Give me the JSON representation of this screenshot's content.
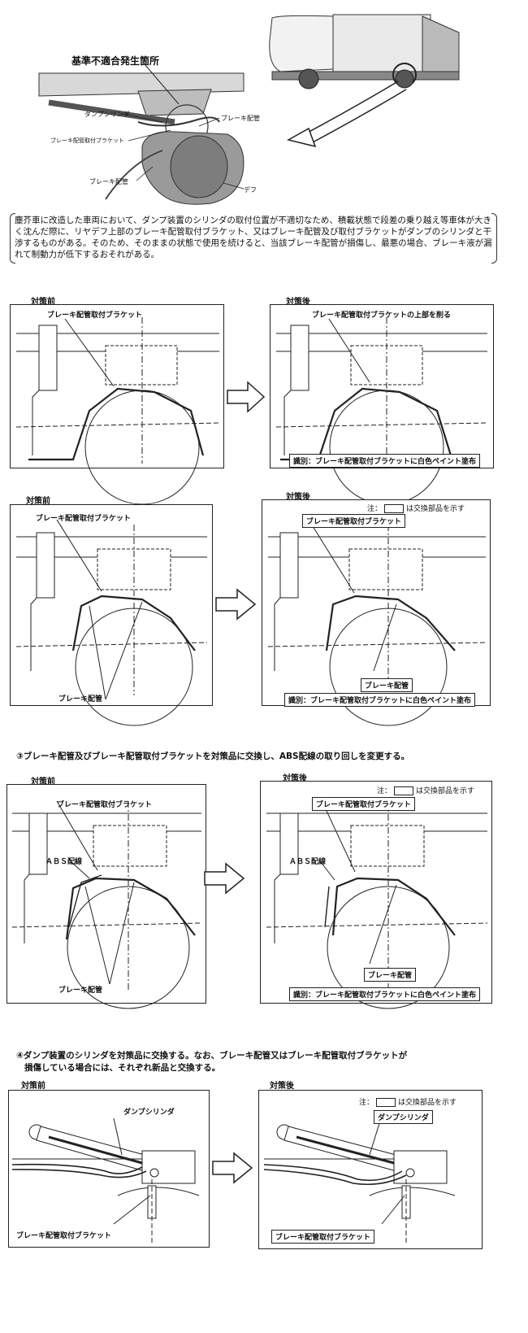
{
  "top_diagram": {
    "headline": "基準不適合発生箇所",
    "labels": {
      "dump_cylinder": "ダンプシリンダ",
      "bracket": "ブレーキ配管取付ブラケット",
      "brake_pipe_right": "ブレーキ配管",
      "brake_pipe_left": "ブレーキ配管",
      "diff": "デフ"
    }
  },
  "description": "塵芥車に改造した車両において、ダンプ装置のシリンダの取付位置が不適切なため、積載状態で段差の乗り越え等車体が大きく沈んだ際に、リヤデフ上部のブレーキ配管取付ブラケット、又はブレーキ配管及び取付ブラケットがダンプのシリンダと干渉するものがある。そのため、そのままの状態で使用を続けると、当該ブレーキ配管が損傷し、最悪の場合、ブレーキ液が漏れて制動力が低下するおそれがある。",
  "section1": {
    "before_title": "対策前",
    "after_title": "対策後",
    "before_bracket": "ブレーキ配管取付ブラケット",
    "after_bracket": "ブレーキ配管取付ブラケットの上部を削る",
    "identify": "識別：ブレーキ配管取付ブラケットに白色ペイント塗布"
  },
  "section2": {
    "before_title": "対策前",
    "after_title": "対策後",
    "note_prefix": "注：",
    "note_suffix": "は交換部品を示す",
    "before_bracket": "ブレーキ配管取付ブラケット",
    "before_pipe": "ブレーキ配管",
    "after_bracket": "ブレーキ配管取付ブラケット",
    "after_pipe": "ブレーキ配管",
    "identify": "識別：ブレーキ配管取付ブラケットに白色ペイント塗布"
  },
  "section3": {
    "step": "③ブレーキ配管及びブレーキ配管取付ブラケットを対策品に交換し、ABS配線の取り回しを変更する。",
    "before_title": "対策前",
    "after_title": "対策後",
    "note_prefix": "注：",
    "note_suffix": "は交換部品を示す",
    "before_bracket": "ブレーキ配管取付ブラケット",
    "before_abs": "ＡＢＳ配線",
    "before_pipe": "ブレーキ配管",
    "after_bracket": "ブレーキ配管取付ブラケット",
    "after_abs": "ＡＢＳ配線",
    "after_pipe": "ブレーキ配管",
    "identify": "識別：ブレーキ配管取付ブラケットに白色ペイント塗布"
  },
  "section4": {
    "step_line1": "④ダンプ装置のシリンダを対策品に交換する。なお、ブレーキ配管又はブレーキ配管取付ブラケットが",
    "step_line2": "損傷している場合には、それぞれ新品と交換する。",
    "before_title": "対策前",
    "after_title": "対策後",
    "note_prefix": "注：",
    "note_suffix": "は交換部品を示す",
    "before_cylinder": "ダンプシリンダ",
    "before_bracket": "ブレーキ配管取付ブラケット",
    "after_cylinder": "ダンプシリンダ",
    "after_bracket": "ブレーキ配管取付ブラケット"
  }
}
